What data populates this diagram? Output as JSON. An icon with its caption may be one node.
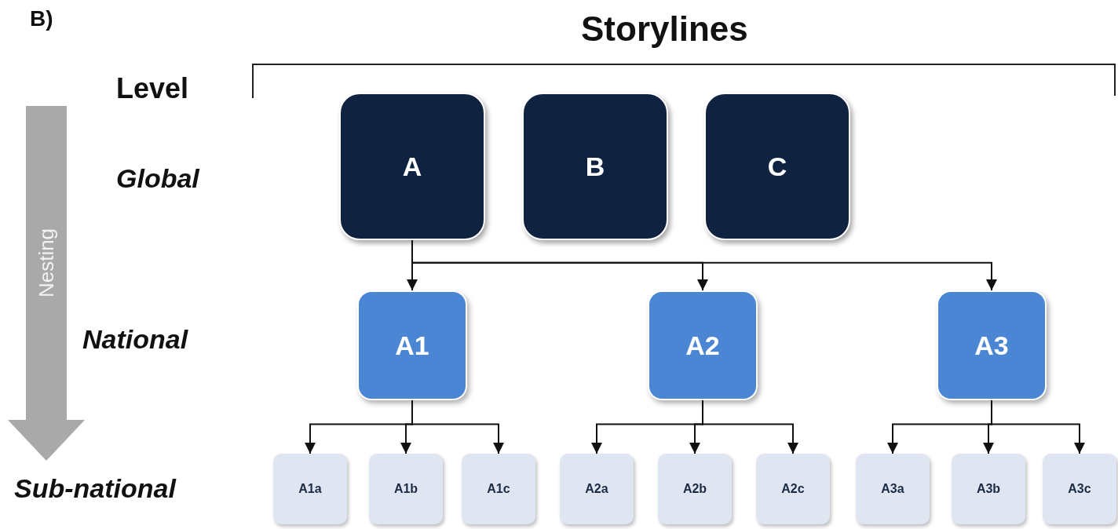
{
  "diagram": {
    "title": "Storylines",
    "nodes": [
      {
        "text": [
          "A"
        ]
      },
      {
        "text": [
          "B"
        ]
      },
      {
        "text": [
          "C"
        ]
      },
      {
        "text": [
          "A1"
        ]
      },
      {
        "text": [
          "A2"
        ]
      },
      {
        "text": [
          "A3"
        ]
      },
      {
        "text": [
          "A1a"
        ]
      },
      {
        "text": [
          "A1b"
        ]
      },
      {
        "text": [
          "A1c"
        ]
      },
      {
        "text": [
          "A2a"
        ]
      },
      {
        "text": [
          "A2b"
        ]
      },
      {
        "text": [
          "A2c"
        ]
      },
      {
        "text": [
          "A3a"
        ]
      },
      {
        "text": [
          "A3b"
        ]
      },
      {
        "text": [
          "A3c"
        ]
      }
    ],
    "edges": [
      {
        "from": 0,
        "to": 3,
        "arrow": "to"
      },
      {
        "from": 0,
        "to": 4,
        "arrow": "to"
      },
      {
        "from": 0,
        "to": 5,
        "arrow": "to"
      },
      {
        "from": 3,
        "to": 6,
        "arrow": "to"
      },
      {
        "from": 3,
        "to": 7,
        "arrow": "to"
      },
      {
        "from": 3,
        "to": 8,
        "arrow": "to"
      },
      {
        "from": 4,
        "to": 9,
        "arrow": "to"
      },
      {
        "from": 4,
        "to": 10,
        "arrow": "to"
      },
      {
        "from": 4,
        "to": 11,
        "arrow": "to"
      },
      {
        "from": 5,
        "to": 12,
        "arrow": "to"
      },
      {
        "from": 5,
        "to": 13,
        "arrow": "to"
      },
      {
        "from": 5,
        "to": 14,
        "arrow": "to"
      }
    ],
    "labels": [
      "B)",
      "Level",
      "Global",
      "Nesting",
      "National",
      "Sub-national"
    ]
  }
}
